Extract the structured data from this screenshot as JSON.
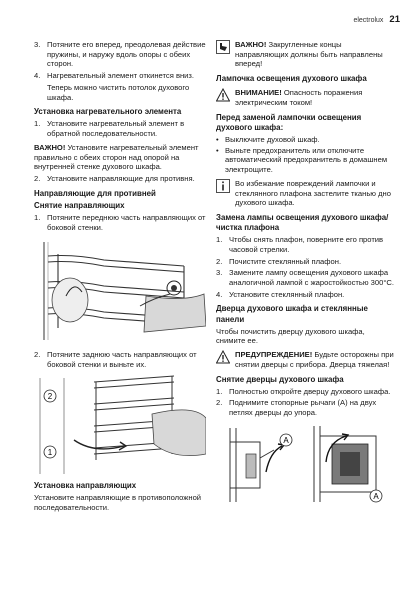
{
  "header": {
    "brand": "electrolux",
    "page_number": "21"
  },
  "left": {
    "items_top": [
      {
        "num": "3.",
        "text": "Потяните его вперед, преодолевая действие пружины, и наружу вдоль опоры с обеих сторон."
      },
      {
        "num": "4.",
        "text": "Нагревательный элемент откинется вниз."
      }
    ],
    "note_ceiling": "Теперь можно чистить потолок духового шкафа.",
    "heading_install": "Установка нагревательного элемента",
    "install_step": {
      "num": "1.",
      "text": "Установите нагревательный элемент в обратной последовательности."
    },
    "warning_label": "ВАЖНО!",
    "warning_text": " Установите нагревательный элемент правильно с обеих сторон над опорой на внутренней стенке духового шкафа.",
    "step2": {
      "num": "2.",
      "text": "Установите направляющие для противня."
    },
    "heading_guides": "Направляющие для противней",
    "heading_remove": "Снятие направляющих",
    "remove_step1": {
      "num": "1.",
      "text": "Потяните переднюю часть направляющих от боковой стенки."
    },
    "remove_step2": {
      "num": "2.",
      "text": "Потяните заднюю часть направляющих от боковой стенки и выньте их."
    },
    "fig_callout_2": "2",
    "fig_callout_1": "1",
    "heading_install_guides": "Установка направляющих",
    "install_guides_text": "Установите направляющие в противоположной последовательности."
  },
  "right": {
    "note_label": "ВАЖНО!",
    "note_text": " Закругленные концы направляющих должны быть направлены вперед!",
    "heading_lamp": "Лампочка освещения духового шкафа",
    "attention_label": "ВНИМАНИЕ!",
    "attention_text": " Опасность поражения электрическим током!",
    "heading_before": "Перед заменой лампочки освещения духового шкафа:",
    "bullets": [
      "Выключите духовой шкаф.",
      "Выньте предохранитель или отключите автоматический предохранитель в домашнем электрощите."
    ],
    "info_text": "Во избежание повреждений лампочки и стеклянного плафона застелите тканью дно духового шкафа.",
    "heading_replace": "Замена лампы освещения духового шкафа/чистка плафона",
    "replace_steps": [
      {
        "num": "1.",
        "text": "Чтобы снять плафон, поверните его против часовой стрелки."
      },
      {
        "num": "2.",
        "text": "Почистите стеклянный плафон."
      },
      {
        "num": "3.",
        "text": "Замените лампу освещения духового шкафа аналогичной лампой с жаростойкостью 300°C."
      },
      {
        "num": "4.",
        "text": "Установите стеклянный плафон."
      }
    ],
    "heading_door": "Дверца духового шкафа и стеклянные панели",
    "door_text": "Чтобы почистить дверцу духового шкафа, снимите ее.",
    "caution_label": "ПРЕДУПРЕЖДЕНИЕ!",
    "caution_text": " Будьте осторожны при снятии дверцы с прибора. Дверца тяжелая!",
    "heading_remove_door": "Снятие дверцы духового шкафа",
    "door_steps": [
      {
        "num": "1.",
        "text": "Полностью откройте дверцу духового шкафа."
      },
      {
        "num": "2.",
        "text": "Поднимите стопорные рычаги (A) на двух петлях дверцы до упора."
      }
    ],
    "fig_label_a1": "A",
    "fig_label_a2": "A"
  }
}
